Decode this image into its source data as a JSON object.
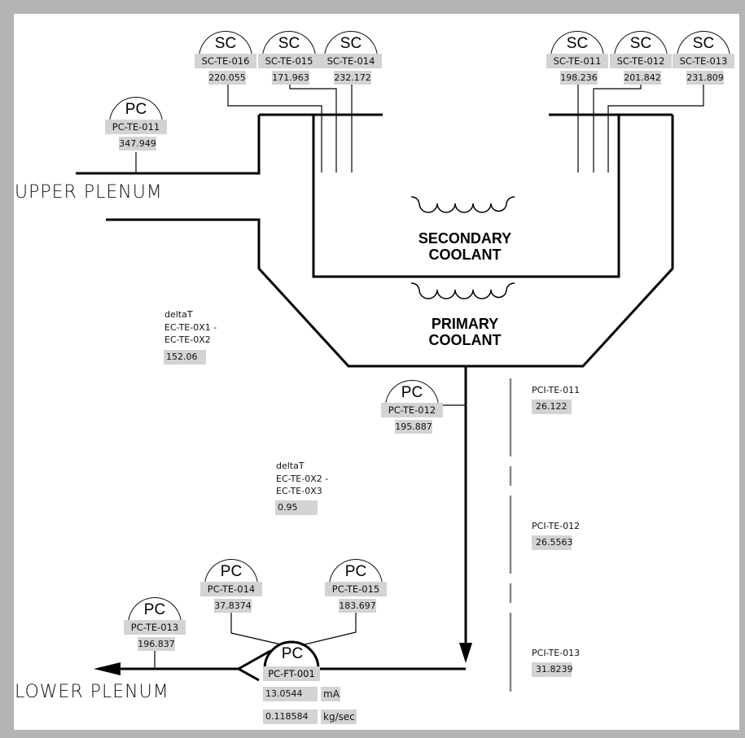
{
  "labels": {
    "upper_plenum": "UPPER PLENUM",
    "lower_plenum": "LOWER PLENUM",
    "secondary_coolant": [
      "SECONDARY",
      "COOLANT"
    ],
    "primary_coolant": [
      "PRIMARY",
      "COOLANT"
    ]
  },
  "secondary_instruments": [
    {
      "code": "SC",
      "tag": "SC-TE-016",
      "value": "220.055"
    },
    {
      "code": "SC",
      "tag": "SC-TE-015",
      "value": "171.963"
    },
    {
      "code": "SC",
      "tag": "SC-TE-014",
      "value": "232.172"
    },
    {
      "code": "SC",
      "tag": "SC-TE-011",
      "value": "198.236"
    },
    {
      "code": "SC",
      "tag": "SC-TE-012",
      "value": "201.842"
    },
    {
      "code": "SC",
      "tag": "SC-TE-013",
      "value": "231.809"
    }
  ],
  "primary_instruments": [
    {
      "code": "PC",
      "tag": "PC-TE-011",
      "value": "347.949"
    },
    {
      "code": "PC",
      "tag": "PC-TE-012",
      "value": "195.887"
    },
    {
      "code": "PC",
      "tag": "PC-TE-013",
      "value": "196.837"
    },
    {
      "code": "PC",
      "tag": "PC-TE-014",
      "value": "37.8374"
    },
    {
      "code": "PC",
      "tag": "PC-TE-015",
      "value": "183.697"
    }
  ],
  "flow_meter": {
    "code": "PC",
    "tag": "PC-FT-001",
    "current_value": "13.0544",
    "current_unit": "mA",
    "flow_value": "0.118584",
    "flow_unit": "kg/sec"
  },
  "delta_t": [
    {
      "title": "deltaT",
      "line1": "EC-TE-0X1 -",
      "line2": "EC-TE-0X2",
      "value": "152.06"
    },
    {
      "title": "deltaT",
      "line1": "EC-TE-0X2 -",
      "line2": "EC-TE-0X3",
      "value": "0.95"
    }
  ],
  "pci_sensors": [
    {
      "tag": "PCI-TE-011",
      "value": "26.122"
    },
    {
      "tag": "PCI-TE-012",
      "value": "26.5563"
    },
    {
      "tag": "PCI-TE-013",
      "value": "31.8239"
    }
  ],
  "colors": {
    "frame": "#b4b4b4",
    "indicator_bg": "#d3d3d3",
    "line": "#000000"
  }
}
